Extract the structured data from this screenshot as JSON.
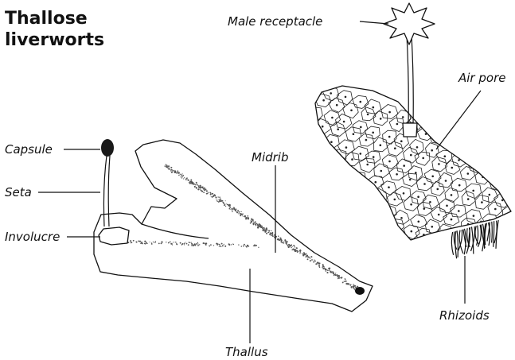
{
  "title": {
    "line1": "Thallose",
    "line2": "liverworts"
  },
  "labels": {
    "male_receptacle": "Male receptacle",
    "air_pore": "Air pore",
    "capsule": "Capsule",
    "seta": "Seta",
    "midrib": "Midrib",
    "involucre": "Involucre",
    "rhizoids": "Rhizoids",
    "thallus": "Thallus"
  },
  "colors": {
    "ink": "#111111",
    "paper": "#ffffff"
  }
}
